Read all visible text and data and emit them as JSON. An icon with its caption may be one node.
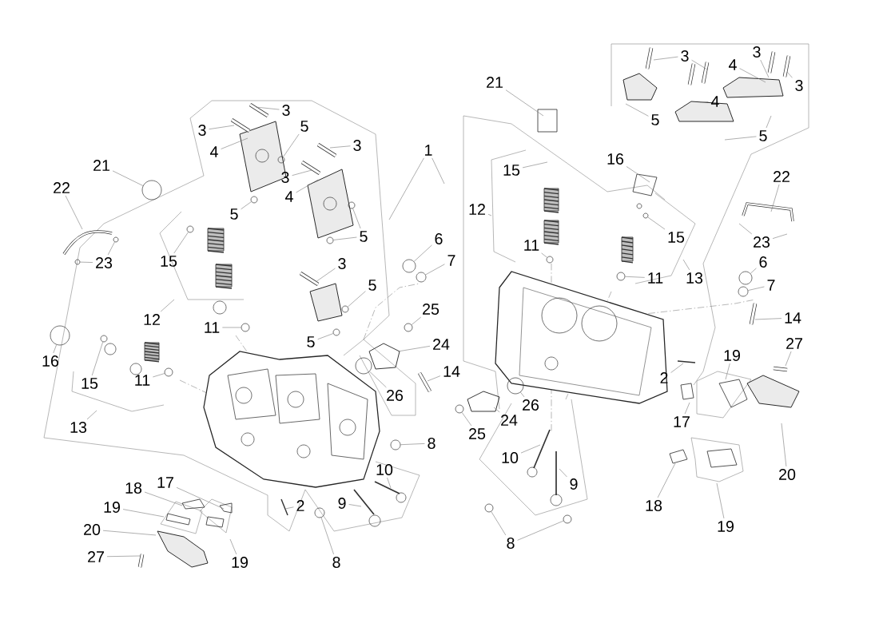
{
  "diagram": {
    "nodes": [
      {
        "text": [
          "3"
        ]
      },
      {
        "text": [
          "3"
        ]
      },
      {
        "text": [
          "4"
        ]
      },
      {
        "text": [
          "5"
        ]
      },
      {
        "text": [
          "3"
        ]
      },
      {
        "text": [
          "3"
        ]
      },
      {
        "text": [
          "4"
        ]
      },
      {
        "text": [
          "5"
        ]
      },
      {
        "text": [
          "5"
        ]
      },
      {
        "text": [
          "21"
        ]
      },
      {
        "text": [
          "22"
        ]
      },
      {
        "text": [
          "23"
        ]
      },
      {
        "text": [
          "15"
        ]
      },
      {
        "text": [
          "12"
        ]
      },
      {
        "text": [
          "11"
        ]
      },
      {
        "text": [
          "3"
        ]
      },
      {
        "text": [
          "5"
        ]
      },
      {
        "text": [
          "5"
        ]
      },
      {
        "text": [
          "16"
        ]
      },
      {
        "text": [
          "15"
        ]
      },
      {
        "text": [
          "11"
        ]
      },
      {
        "text": [
          "13"
        ]
      },
      {
        "text": [
          "1"
        ]
      },
      {
        "text": [
          "6"
        ]
      },
      {
        "text": [
          "7"
        ]
      },
      {
        "text": [
          "25"
        ]
      },
      {
        "text": [
          "24"
        ]
      },
      {
        "text": [
          "14"
        ]
      },
      {
        "text": [
          "26"
        ]
      },
      {
        "text": [
          "8"
        ]
      },
      {
        "text": [
          "10"
        ]
      },
      {
        "text": [
          "9"
        ]
      },
      {
        "text": [
          "2"
        ]
      },
      {
        "text": [
          "8"
        ]
      },
      {
        "text": [
          "18"
        ]
      },
      {
        "text": [
          "17"
        ]
      },
      {
        "text": [
          "19"
        ]
      },
      {
        "text": [
          "20"
        ]
      },
      {
        "text": [
          "27"
        ]
      },
      {
        "text": [
          "19"
        ]
      },
      {
        "text": [
          "21"
        ]
      },
      {
        "text": [
          "3"
        ]
      },
      {
        "text": [
          "3"
        ]
      },
      {
        "text": [
          "4"
        ]
      },
      {
        "text": [
          "3"
        ]
      },
      {
        "text": [
          "4"
        ]
      },
      {
        "text": [
          "5"
        ]
      },
      {
        "text": [
          "5"
        ]
      },
      {
        "text": [
          "16"
        ]
      },
      {
        "text": [
          "15"
        ]
      },
      {
        "text": [
          "12"
        ]
      },
      {
        "text": [
          "11"
        ]
      },
      {
        "text": [
          "15"
        ]
      },
      {
        "text": [
          "11"
        ]
      },
      {
        "text": [
          "13"
        ]
      },
      {
        "text": [
          "22"
        ]
      },
      {
        "text": [
          "23"
        ]
      },
      {
        "text": [
          "6"
        ]
      },
      {
        "text": [
          "7"
        ]
      },
      {
        "text": [
          "14"
        ]
      },
      {
        "text": [
          "27"
        ]
      },
      {
        "text": [
          "19"
        ]
      },
      {
        "text": [
          "2"
        ]
      },
      {
        "text": [
          "17"
        ]
      },
      {
        "text": [
          "20"
        ]
      },
      {
        "text": [
          "26"
        ]
      },
      {
        "text": [
          "24"
        ]
      },
      {
        "text": [
          "25"
        ]
      },
      {
        "text": [
          "10"
        ]
      },
      {
        "text": [
          "9"
        ]
      },
      {
        "text": [
          "8"
        ]
      },
      {
        "text": [
          "18"
        ]
      },
      {
        "text": [
          "19"
        ]
      },
      {
        "text": [],
        "shape": "circle"
      },
      {
        "text": [],
        "shape": "circle"
      },
      {
        "text": [],
        "shape": "circle"
      },
      {
        "text": [],
        "shape": "circle"
      },
      {
        "text": [],
        "shape": "circle"
      },
      {
        "text": [],
        "shape": "circle"
      },
      {
        "text": [],
        "shape": "circle"
      },
      {
        "text": [],
        "shape": "circle"
      },
      {
        "text": [],
        "shape": "circle"
      },
      {
        "text": [],
        "shape": "circle"
      },
      {
        "text": [],
        "shape": "circle"
      },
      {
        "text": [],
        "shape": "circle"
      },
      {
        "text": [],
        "shape": "circle"
      },
      {
        "text": [],
        "shape": "circle"
      },
      {
        "text": [],
        "shape": "circle"
      },
      {
        "text": [],
        "shape": "circle"
      },
      {
        "text": [],
        "shape": "circle"
      },
      {
        "text": [],
        "shape": "circle"
      },
      {
        "text": [],
        "shape": "circle"
      },
      {
        "text": [],
        "shape": "circle"
      },
      {
        "text": [],
        "shape": "circle"
      },
      {
        "text": [],
        "shape": "circle"
      },
      {
        "text": [],
        "shape": "circle"
      },
      {
        "text": [],
        "shape": "circle"
      },
      {
        "text": [],
        "shape": "circle"
      },
      {
        "text": [],
        "shape": "circle"
      },
      {
        "text": [],
        "shape": "circle"
      },
      {
        "text": [],
        "shape": "circle"
      },
      {
        "text": [],
        "shape": "circle"
      }
    ],
    "edges": [
      {
        "from": 0,
        "to": null,
        "arrow": "none"
      },
      {
        "from": 1,
        "to": null,
        "arrow": "none"
      },
      {
        "from": 2,
        "to": null,
        "arrow": "none"
      },
      {
        "from": 3,
        "to": 73,
        "arrow": "none"
      },
      {
        "from": 4,
        "to": null,
        "arrow": "none"
      },
      {
        "from": 5,
        "to": null,
        "arrow": "none"
      },
      {
        "from": 6,
        "to": null,
        "arrow": "none"
      },
      {
        "from": 7,
        "to": 74,
        "arrow": "none"
      },
      {
        "from": 8,
        "to": 75,
        "arrow": "none"
      },
      {
        "from": 8,
        "to": 76,
        "arrow": "none"
      },
      {
        "from": 9,
        "to": 77,
        "arrow": "none"
      },
      {
        "from": 10,
        "to": null,
        "arrow": "none"
      },
      {
        "from": 11,
        "to": 78,
        "arrow": "none"
      },
      {
        "from": 11,
        "to": 79,
        "arrow": "none"
      },
      {
        "from": 12,
        "to": 80,
        "arrow": "none"
      },
      {
        "from": 13,
        "to": null,
        "arrow": "none"
      },
      {
        "from": 14,
        "to": 81,
        "arrow": "none"
      },
      {
        "from": 15,
        "to": null,
        "arrow": "none"
      },
      {
        "from": 16,
        "to": 82,
        "arrow": "none"
      },
      {
        "from": 17,
        "to": 83,
        "arrow": "none"
      },
      {
        "from": 18,
        "to": 84,
        "arrow": "none"
      },
      {
        "from": 19,
        "to": 85,
        "arrow": "none"
      },
      {
        "from": 20,
        "to": 86,
        "arrow": "none"
      },
      {
        "from": 21,
        "to": null,
        "arrow": "none"
      },
      {
        "from": 22,
        "to": null,
        "arrow": "none"
      },
      {
        "from": 22,
        "to": null,
        "arrow": "none"
      },
      {
        "from": 23,
        "to": 87,
        "arrow": "none"
      },
      {
        "from": 24,
        "to": 88,
        "arrow": "none"
      },
      {
        "from": 25,
        "to": 89,
        "arrow": "none"
      },
      {
        "from": 26,
        "to": null,
        "arrow": "none"
      },
      {
        "from": 27,
        "to": null,
        "arrow": "none"
      },
      {
        "from": 28,
        "to": 90,
        "arrow": "none"
      },
      {
        "from": 29,
        "to": 91,
        "arrow": "none"
      },
      {
        "from": 30,
        "to": null,
        "arrow": "none"
      },
      {
        "from": 31,
        "to": null,
        "arrow": "none"
      },
      {
        "from": 32,
        "to": null,
        "arrow": "none"
      },
      {
        "from": 33,
        "to": 92,
        "arrow": "none"
      },
      {
        "from": 34,
        "to": null,
        "arrow": "none"
      },
      {
        "from": 35,
        "to": null,
        "arrow": "none"
      },
      {
        "from": 36,
        "to": null,
        "arrow": "none"
      },
      {
        "from": 37,
        "to": null,
        "arrow": "none"
      },
      {
        "from": 38,
        "to": null,
        "arrow": "none"
      },
      {
        "from": 39,
        "to": null,
        "arrow": "none"
      },
      {
        "from": 40,
        "to": null,
        "arrow": "none"
      },
      {
        "from": 41,
        "to": null,
        "arrow": "none"
      },
      {
        "from": 41,
        "to": null,
        "arrow": "none"
      },
      {
        "from": 42,
        "to": null,
        "arrow": "none"
      },
      {
        "from": 43,
        "to": null,
        "arrow": "none"
      },
      {
        "from": 44,
        "to": null,
        "arrow": "none"
      },
      {
        "from": 45,
        "to": null,
        "arrow": "none"
      },
      {
        "from": 46,
        "to": null,
        "arrow": "none"
      },
      {
        "from": 47,
        "to": null,
        "arrow": "none"
      },
      {
        "from": 47,
        "to": null,
        "arrow": "none"
      },
      {
        "from": 48,
        "to": null,
        "arrow": "none"
      },
      {
        "from": 49,
        "to": null,
        "arrow": "none"
      },
      {
        "from": 50,
        "to": null,
        "arrow": "none"
      },
      {
        "from": 51,
        "to": 93,
        "arrow": "none"
      },
      {
        "from": 52,
        "to": 94,
        "arrow": "none"
      },
      {
        "from": 53,
        "to": 95,
        "arrow": "none"
      },
      {
        "from": 54,
        "to": null,
        "arrow": "none"
      },
      {
        "from": 55,
        "to": null,
        "arrow": "none"
      },
      {
        "from": 56,
        "to": null,
        "arrow": "none"
      },
      {
        "from": 56,
        "to": null,
        "arrow": "none"
      },
      {
        "from": 57,
        "to": 96,
        "arrow": "none"
      },
      {
        "from": 58,
        "to": 97,
        "arrow": "none"
      },
      {
        "from": 59,
        "to": null,
        "arrow": "none"
      },
      {
        "from": 60,
        "to": null,
        "arrow": "none"
      },
      {
        "from": 61,
        "to": null,
        "arrow": "none"
      },
      {
        "from": 62,
        "to": null,
        "arrow": "none"
      },
      {
        "from": 63,
        "to": null,
        "arrow": "none"
      },
      {
        "from": 64,
        "to": null,
        "arrow": "none"
      },
      {
        "from": 65,
        "to": 98,
        "arrow": "none"
      },
      {
        "from": 66,
        "to": null,
        "arrow": "none"
      },
      {
        "from": 67,
        "to": 99,
        "arrow": "none"
      },
      {
        "from": 68,
        "to": null,
        "arrow": "none"
      },
      {
        "from": 69,
        "to": null,
        "arrow": "none"
      },
      {
        "from": 70,
        "to": 100,
        "arrow": "none"
      },
      {
        "from": 70,
        "to": 101,
        "arrow": "none"
      },
      {
        "from": 71,
        "to": null,
        "arrow": "none"
      },
      {
        "from": 72,
        "to": null,
        "arrow": "none"
      }
    ]
  }
}
